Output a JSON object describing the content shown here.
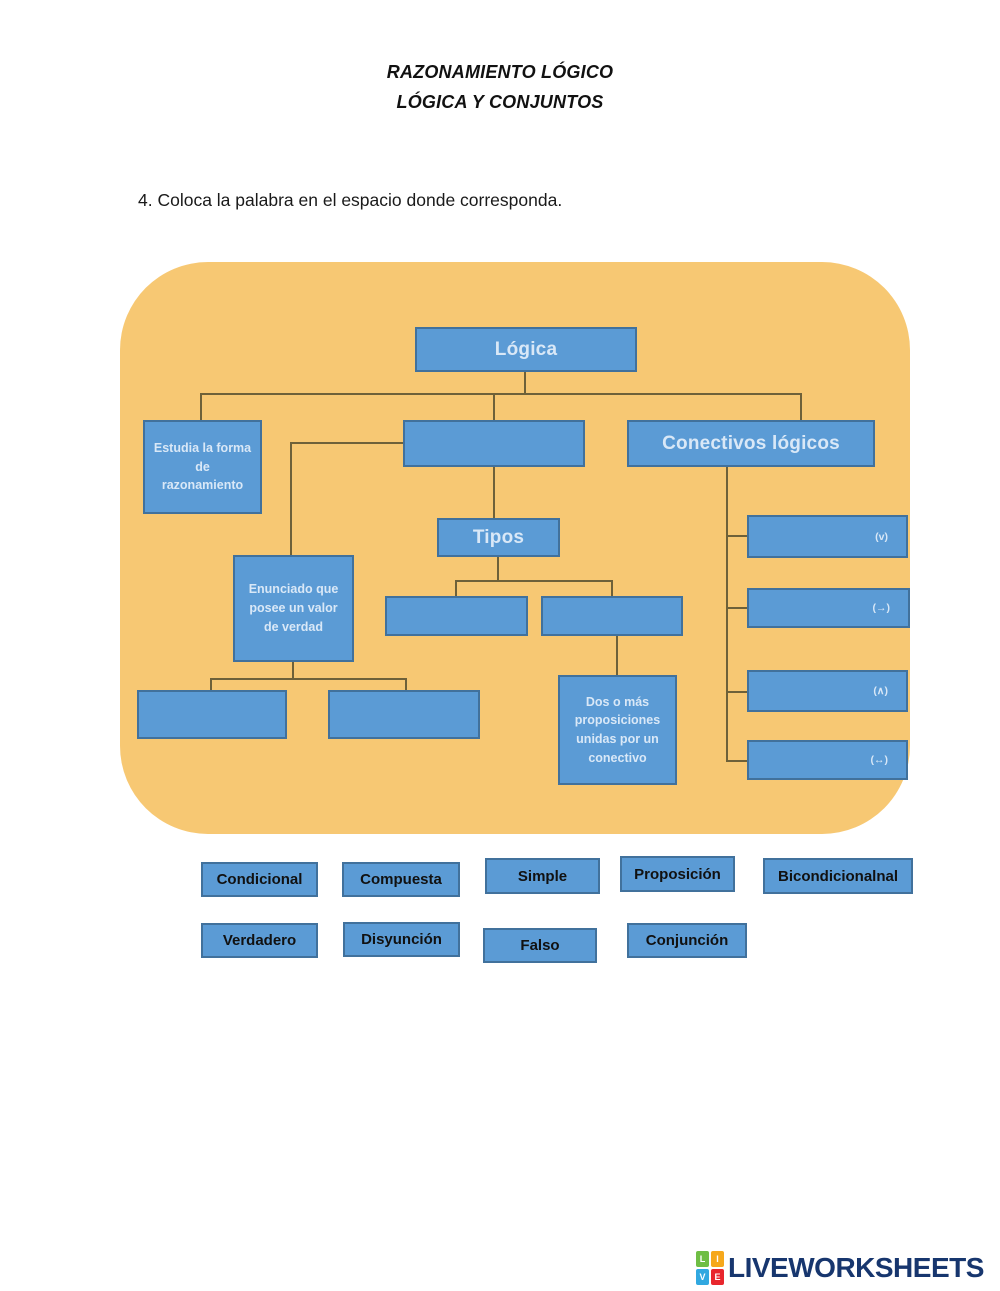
{
  "page": {
    "title_line1": "RAZONAMIENTO LÓGICO",
    "title_line2": "LÓGICA Y CONJUNTOS",
    "question": "4. Coloca la palabra en el espacio donde corresponda."
  },
  "diagram": {
    "labels": {
      "logica": "Lógica",
      "estudia": "Estudia la forma de razonamiento",
      "conectivos": "Conectivos lógicos",
      "tipos": "Tipos",
      "enunciado": "Enunciado que posee un valor de verdad",
      "dos_o_mas": "Dos o más proposiciones unidas por un conectivo",
      "sym_disyuncion": "(v)",
      "sym_condicional": "(→)",
      "sym_conjuncion": "(∧)",
      "sym_bicondicional": "(↔)"
    },
    "colors": {
      "panel_background": "#f7c873",
      "box_fill": "#5b9bd5",
      "box_border": "#41719c",
      "box_text": "#d9e8f7",
      "connector_line": "#6e6139"
    }
  },
  "word_bank": {
    "row1": [
      "Condicional",
      "Compuesta",
      "Simple",
      "Proposición",
      "Bicondicionalnal"
    ],
    "row2": [
      "Verdadero",
      "Disyunción",
      "Falso",
      "Conjunción"
    ]
  },
  "footer": {
    "logo_text": "LIVEWORKSHEETS",
    "logo_letters": [
      "L",
      "I",
      "V",
      "E"
    ],
    "logo_letter_colors": [
      "#6fbe44",
      "#f6a81c",
      "#31a8e0",
      "#e8262d"
    ],
    "logo_text_color": "#17366e"
  }
}
